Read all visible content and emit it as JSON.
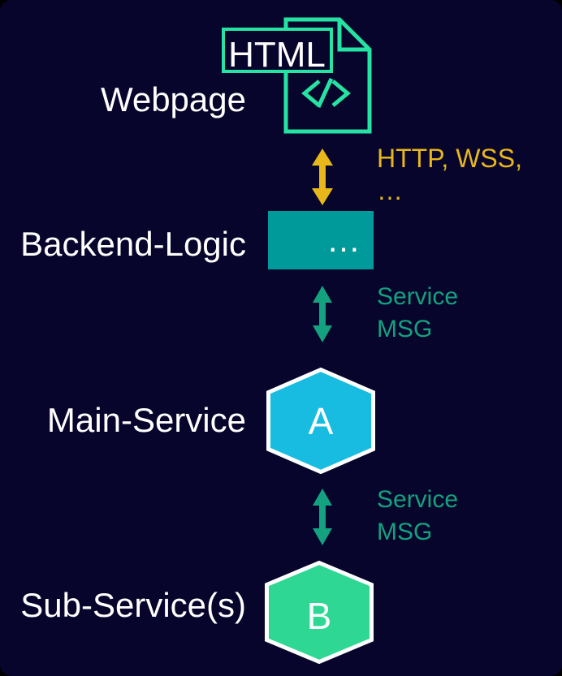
{
  "slide": {
    "bg_color": "#07052c",
    "label_color": "#ffffff",
    "nodes": {
      "webpage": {
        "label": "Webpage",
        "badge_text": "HTML",
        "icon": "html-file-icon",
        "icon_color": "#25e3a2"
      },
      "backend": {
        "label": "Backend-Logic",
        "box_text": "…",
        "box_color": "#009a9a",
        "box_text_color": "#ffffff"
      },
      "main_service": {
        "label": "Main-Service",
        "letter": "A",
        "hex_fill": "#18bce0",
        "hex_stroke": "#ffffff",
        "letter_color": "#ffffff"
      },
      "sub_service": {
        "label": "Sub-Service(s)",
        "letter": "B",
        "hex_fill": "#2ed794",
        "hex_stroke": "#ffffff",
        "letter_color": "#ffffff"
      }
    },
    "links": {
      "web_backend": {
        "line1": "HTTP, WSS,",
        "line2": "…",
        "color": "#e8b71a"
      },
      "backend_main": {
        "line1": "Service",
        "line2": "MSG",
        "color": "#13a17f"
      },
      "main_sub": {
        "line1": "Service",
        "line2": "MSG",
        "color": "#13a17f"
      }
    }
  }
}
